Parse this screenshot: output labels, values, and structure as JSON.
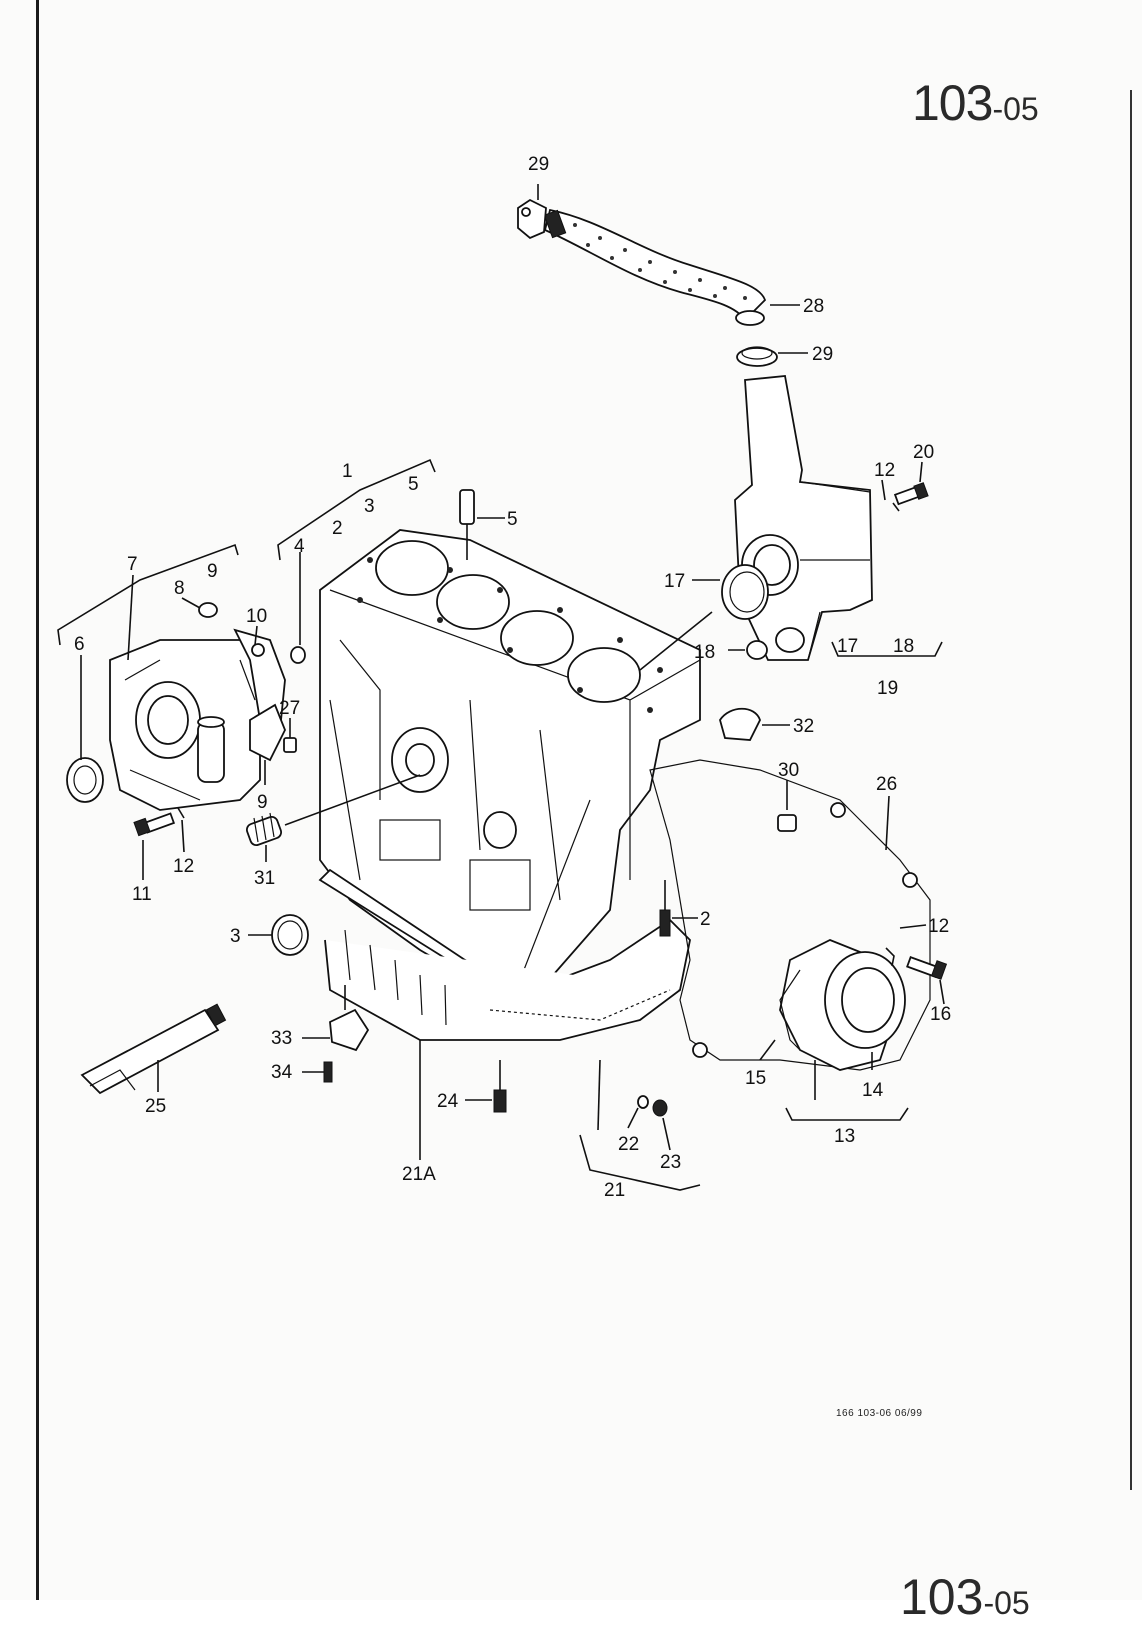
{
  "page": {
    "number_main": "103",
    "number_suffix": "-05",
    "footer_code": "166   103-06   06/99",
    "next_page_main": "103",
    "next_page_suffix": "-05"
  },
  "callouts": {
    "c1": "1",
    "c2a": "2",
    "c2b": "2",
    "c3a": "3",
    "c3b": "3",
    "c4": "4",
    "c5a": "5",
    "c5b": "5",
    "c6": "6",
    "c7": "7",
    "c8": "8",
    "c9a": "9",
    "c9b": "9",
    "c10": "10",
    "c11": "11",
    "c12a": "12",
    "c12b": "12",
    "c12c": "12",
    "c13": "13",
    "c14": "14",
    "c15": "15",
    "c16": "16",
    "c17a": "17",
    "c17b": "17",
    "c18a": "18",
    "c18b": "18",
    "c19": "19",
    "c20": "20",
    "c21": "21",
    "c21a": "21A",
    "c22": "22",
    "c23": "23",
    "c24": "24",
    "c25": "25",
    "c26": "26",
    "c27": "27",
    "c28": "28",
    "c29a": "29",
    "c29b": "29",
    "c30": "30",
    "c31": "31",
    "c32": "32",
    "c33": "33",
    "c34": "34"
  }
}
